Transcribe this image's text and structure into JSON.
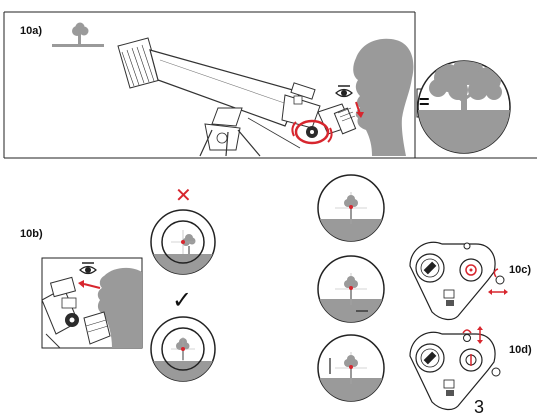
{
  "figures": {
    "fig_10a": {
      "label": "10a)"
    },
    "fig_10b": {
      "label": "10b)",
      "wrong_mark": "✕",
      "correct_mark": "✓"
    },
    "fig_10c": {
      "label": "10c)"
    },
    "fig_10d": {
      "label": "10d)"
    }
  },
  "equals_sign": "=",
  "page_number": "3",
  "colors": {
    "accent": "#d7262e",
    "gray": "#9a9a9a",
    "dark": "#2b2b2b"
  }
}
